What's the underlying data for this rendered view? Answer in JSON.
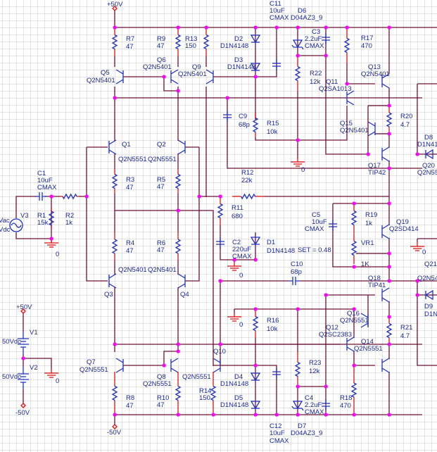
{
  "rails": {
    "vpos": "+50V",
    "vneg": "-50V",
    "gnd": "0"
  },
  "sources": {
    "V1": {
      "ref": "V1",
      "value": "50Vdc"
    },
    "V2": {
      "ref": "V2",
      "value": "50Vdc"
    },
    "V3": {
      "ref": "V3",
      "value_ac": "Vac",
      "value_dc": "Vdc"
    }
  },
  "resistors": {
    "R1": {
      "ref": "R1",
      "value": "15k"
    },
    "R2": {
      "ref": "R2",
      "value": "1k"
    },
    "R3": {
      "ref": "R3",
      "value": "47"
    },
    "R4": {
      "ref": "R4",
      "value": "47"
    },
    "R5": {
      "ref": "R5",
      "value": "47"
    },
    "R6": {
      "ref": "R6",
      "value": "47"
    },
    "R7": {
      "ref": "R7",
      "value": "47"
    },
    "R8": {
      "ref": "R8",
      "value": "47"
    },
    "R9": {
      "ref": "R9",
      "value": "47"
    },
    "R10": {
      "ref": "R10",
      "value": "47"
    },
    "R11": {
      "ref": "R11",
      "value": "680"
    },
    "R12": {
      "ref": "R12",
      "value": "22k"
    },
    "R13": {
      "ref": "R13",
      "value": "150"
    },
    "R14": {
      "ref": "R14",
      "value": "150"
    },
    "R15": {
      "ref": "R15",
      "value": "10k"
    },
    "R16": {
      "ref": "R16",
      "value": "10k"
    },
    "R17": {
      "ref": "R17",
      "value": "470"
    },
    "R18": {
      "ref": "R18",
      "value": "470"
    },
    "R19": {
      "ref": "R19",
      "value": "1k"
    },
    "R20": {
      "ref": "R20",
      "value": "4.7"
    },
    "R21": {
      "ref": "R21",
      "value": "4.7"
    },
    "R22": {
      "ref": "R22",
      "value": "12k"
    },
    "R23": {
      "ref": "R23",
      "value": "12k"
    },
    "VR1": {
      "ref": "VR1",
      "value": "1K",
      "set": "SET = 0.48"
    }
  },
  "capacitors": {
    "C1": {
      "ref": "C1",
      "value": "10uF",
      "model": "CMAX"
    },
    "C2": {
      "ref": "C2",
      "value": "220uF",
      "model": "CMAX"
    },
    "C3": {
      "ref": "C3",
      "value": "2.2uF",
      "model": "CMAX"
    },
    "C4": {
      "ref": "C4",
      "value": "2.2uF",
      "model": "CMAX"
    },
    "C5": {
      "ref": "C5",
      "value": "10uF",
      "model": "CMAX"
    },
    "C9": {
      "ref": "C9",
      "value": "68p"
    },
    "C10": {
      "ref": "C10",
      "value": "68p"
    },
    "C11": {
      "ref": "C11",
      "value": "10uF",
      "model": "CMAX"
    },
    "C12": {
      "ref": "C12",
      "value": "10uF",
      "model": "CMAX"
    }
  },
  "diodes": {
    "D1": {
      "ref": "D1",
      "model": "D1N4148"
    },
    "D2": {
      "ref": "D2",
      "model": "D1N4148"
    },
    "D3": {
      "ref": "D3",
      "model": "D1N4148"
    },
    "D4": {
      "ref": "D4",
      "model": "D1N4148"
    },
    "D5": {
      "ref": "D5",
      "model": "D1N4148"
    },
    "D6": {
      "ref": "D6",
      "model": "D04AZ3_9"
    },
    "D7": {
      "ref": "D7",
      "model": "D04AZ3_9"
    },
    "D8": {
      "ref": "D8",
      "model": "D1N41"
    },
    "D9": {
      "ref": "D9",
      "model": "D1N"
    }
  },
  "transistors": {
    "Q1": {
      "ref": "Q1",
      "model": "Q2N5551"
    },
    "Q2": {
      "ref": "Q2",
      "model": "Q2N5551"
    },
    "Q3": {
      "ref": "Q3",
      "model": "Q2N5401"
    },
    "Q4": {
      "ref": "Q4",
      "model": "Q2N5401"
    },
    "Q5": {
      "ref": "Q5",
      "model": "Q2N5401"
    },
    "Q6": {
      "ref": "Q6",
      "model": "Q2N5401"
    },
    "Q7": {
      "ref": "Q7",
      "model": "Q2N5551"
    },
    "Q8": {
      "ref": "Q8",
      "model": "Q2N5551"
    },
    "Q9": {
      "ref": "Q9",
      "model": "Q2N5401"
    },
    "Q10": {
      "ref": "Q10",
      "model": "Q2N5551"
    },
    "Q11": {
      "ref": "Q11",
      "model": "Q2SA1013"
    },
    "Q12": {
      "ref": "Q12",
      "model": "Q2SC2383"
    },
    "Q13": {
      "ref": "Q13",
      "model": "Q2N5401"
    },
    "Q14": {
      "ref": "Q14",
      "model": "Q2N5551"
    },
    "Q15": {
      "ref": "Q15",
      "model": "Q2N5401"
    },
    "Q16": {
      "ref": "Q16",
      "model": "Q2N5551"
    },
    "Q17": {
      "ref": "Q17",
      "model": "TIP42"
    },
    "Q18": {
      "ref": "Q18",
      "model": "TIP41"
    },
    "Q19": {
      "ref": "Q19",
      "model": "Q2SD414"
    },
    "Q20": {
      "ref": "Q20",
      "model": "Q2N55"
    },
    "Q21": {
      "ref": "Q21",
      "model": "Q2N54"
    }
  },
  "colors": {
    "wire": "#6e1035",
    "component": "#2030c0",
    "lead": "#e01010",
    "junction": "#ff00ff",
    "grid": "#c8c8c8",
    "label": "#1c2a8c"
  }
}
